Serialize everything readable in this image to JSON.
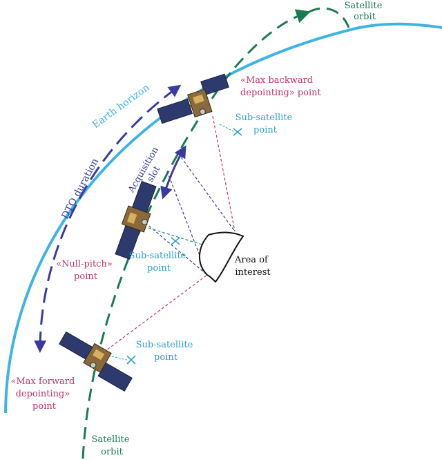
{
  "labels": {
    "satellite_orbit_top_1": "Satellite",
    "satellite_orbit_top_2": "orbit",
    "satellite_orbit_bottom_1": "Satellite",
    "satellite_orbit_bottom_2": "orbit",
    "earth_horizon": "Earth horizon",
    "max_backward_1": "«Max backward",
    "max_backward_2": "depointing» point",
    "sub_satellite_top_1": "Sub-satellite",
    "sub_satellite_top_2": "point",
    "acquisition_1": "Acquisition",
    "acquisition_2": "slot",
    "dto_duration": "DTO duration",
    "null_pitch_1": "«Null-pitch»",
    "null_pitch_2": "point",
    "sub_satellite_mid_1": "Sub-satellite",
    "sub_satellite_mid_2": "point",
    "area_1": "Area of",
    "area_2": "interest",
    "sub_satellite_bottom_1": "Sub-satellite",
    "sub_satellite_bottom_2": "point",
    "max_forward_1": "«Max forward",
    "max_forward_2": "depointing»",
    "max_forward_3": "point"
  },
  "colors": {
    "earth": "#3db3e6",
    "orbit": "#1a7a52",
    "dto_arrow": "#3a3aa0",
    "acquisition_arrow": "#3a3aa0",
    "magenta_text": "#c2336b",
    "cyan_text": "#2a9fd0",
    "blue_text": "#3a3aa0",
    "green_text": "#1a7a52",
    "black_text": "#111111",
    "panel": "#2d3a6e",
    "body": "#8a6a3a"
  }
}
